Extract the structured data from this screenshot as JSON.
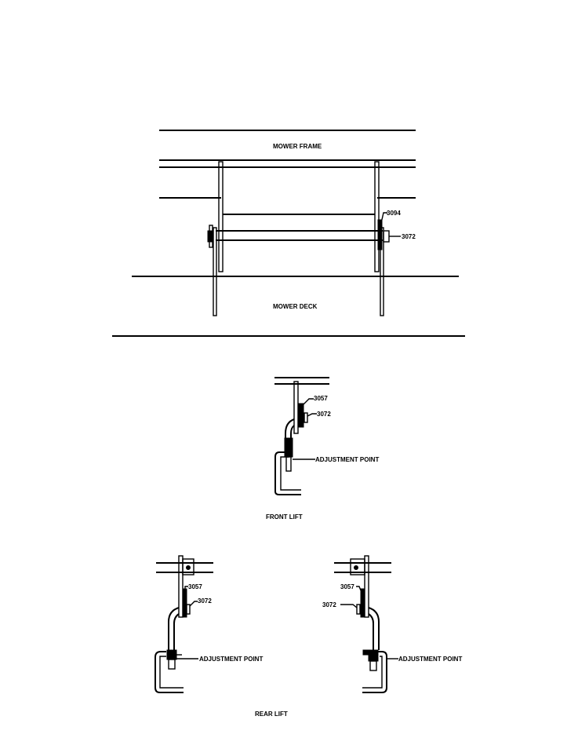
{
  "top_view": {
    "frame_label": "MOWER FRAME",
    "deck_label": "MOWER DECK",
    "callouts": [
      "3094",
      "3072"
    ]
  },
  "front_lift": {
    "caption": "FRONT LIFT",
    "callouts": [
      "3057",
      "3072"
    ],
    "adjustment_label": "ADJUSTMENT POINT"
  },
  "rear_lift": {
    "caption": "REAR LIFT",
    "left": {
      "callouts": [
        "3057",
        "3072"
      ],
      "adjustment_label": "ADJUSTMENT POINT"
    },
    "right": {
      "callouts": [
        "3057",
        "3072"
      ],
      "adjustment_label": "ADJUSTMENT POINT"
    }
  }
}
